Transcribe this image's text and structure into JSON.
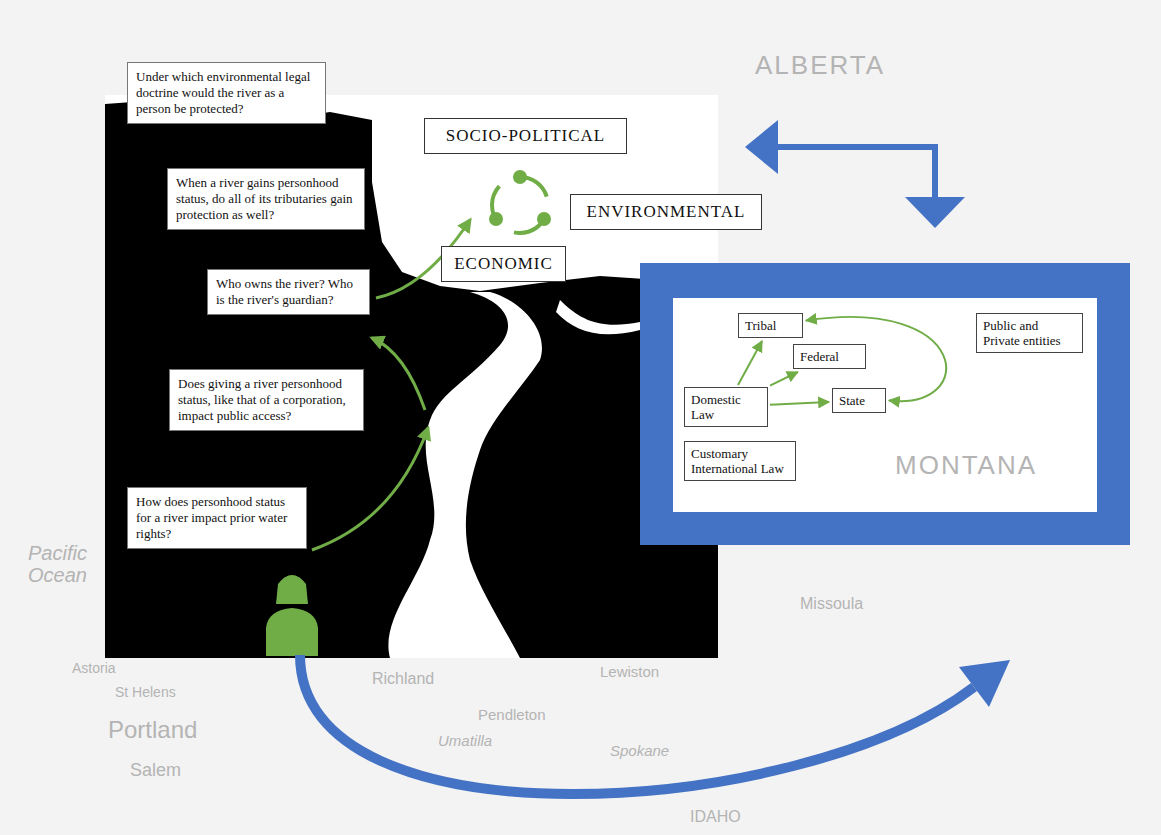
{
  "diagram": {
    "nodes": [
      {
        "text": [
          "Under which environmental legal doctrine would the river as a person be protected?"
        ]
      },
      {
        "text": [
          "When a river gains personhood status, do all of its tributaries gain protection as well?"
        ]
      },
      {
        "text": [
          "Who owns the river? Who is the river's guardian?"
        ]
      },
      {
        "text": [
          "Does giving a river personhood status, like that of a corporation, impact public access?"
        ]
      },
      {
        "text": [
          "How does personhood status for a river impact prior water rights?"
        ]
      },
      {
        "text": [
          "SOCIO-POLITICAL"
        ]
      },
      {
        "text": [
          "ENVIRONMENTAL"
        ]
      },
      {
        "text": [
          "ECONOMIC"
        ]
      },
      {
        "text": [
          "Tribal"
        ]
      },
      {
        "text": [
          "Federal"
        ]
      },
      {
        "text": [
          "Domestic Law"
        ]
      },
      {
        "text": [
          "State"
        ]
      },
      {
        "text": [
          "Public and Private entities"
        ]
      },
      {
        "text": [
          "Customary International Law"
        ]
      }
    ],
    "edges": [
      {
        "from": 10,
        "to": 8,
        "arrow": "to"
      },
      {
        "from": 10,
        "to": 9,
        "arrow": "to"
      },
      {
        "from": 10,
        "to": 11,
        "arrow": "to"
      },
      {
        "from": 11,
        "to": 8,
        "arrow": "both"
      }
    ],
    "labels": [
      "ALBERTA",
      "MONTANA",
      "Pacific Ocean",
      "Astoria",
      "St Helens",
      "Portland",
      "Salem",
      "Richland",
      "Pendleton",
      "Umatilla",
      "Lewiston",
      "Missoula",
      "Spokane",
      "IDAHO"
    ]
  }
}
